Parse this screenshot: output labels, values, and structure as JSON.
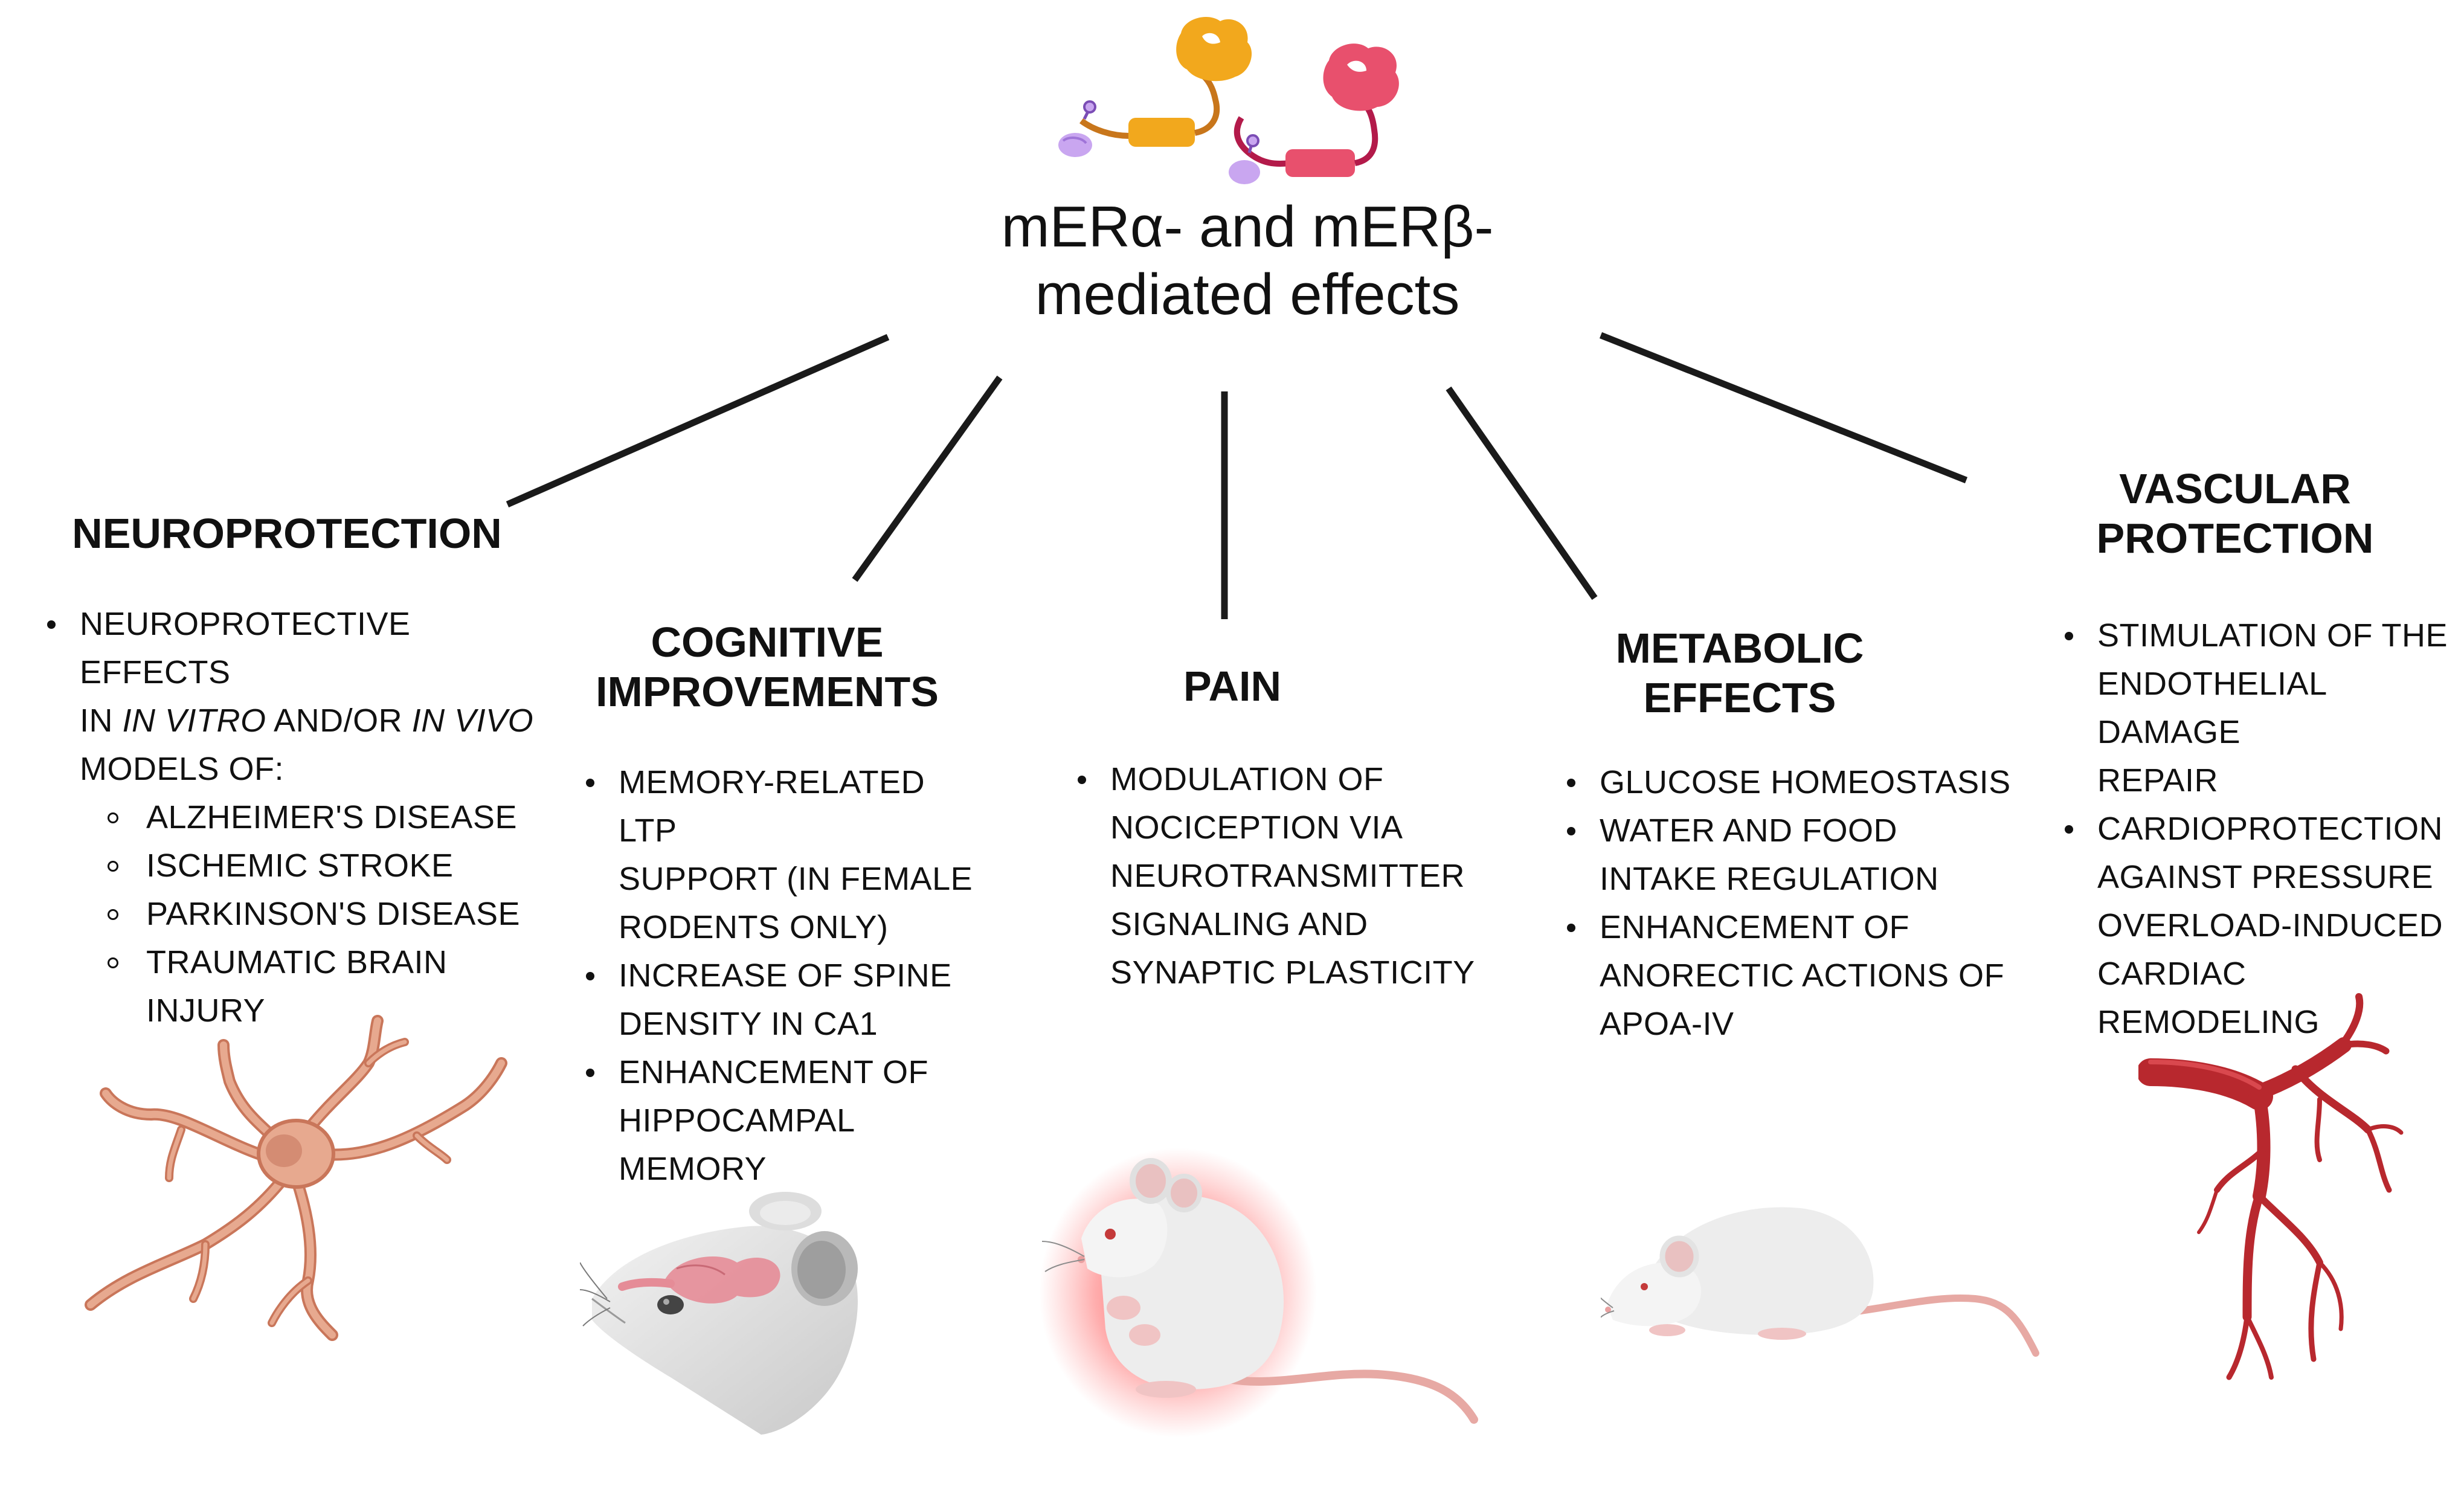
{
  "central": {
    "title_line1": "mERα- and mERβ-",
    "title_line2": "mediated effects"
  },
  "colors": {
    "receptor_alpha": "#F2A81D",
    "receptor_beta": "#E8506D",
    "ligand": "#C9A6F0",
    "neuron": "#E7A98F",
    "vessel": "#B8282E",
    "pain_glow": "#FF2A2A",
    "mouse_body": "#EDEDED"
  },
  "sections": {
    "neuroprotection": {
      "heading": "NEUROPROTECTION",
      "intro_line1": "NEUROPROTECTIVE EFFECTS",
      "intro_in": "IN ",
      "intro_in_vitro": "IN VITRO",
      "intro_andor": " AND/OR ",
      "intro_in_vivo": "IN VIVO",
      "intro_line3": "MODELS OF:",
      "sub": {
        "item1": "ALZHEIMER'S DISEASE",
        "item2": "ISCHEMIC STROKE",
        "item3": "PARKINSON'S DISEASE",
        "item4_line1": "TRAUMATIC BRAIN",
        "item4_line2": "INJURY"
      }
    },
    "cognitive": {
      "heading_line1": "COGNITIVE",
      "heading_line2": "IMPROVEMENTS",
      "item1_line1": "MEMORY-RELATED LTP",
      "item1_line2": "SUPPORT (IN FEMALE",
      "item1_line3": "RODENTS ONLY)",
      "item2_line1": "INCREASE OF SPINE",
      "item2_line2": "DENSITY IN CA1",
      "item3_line1": "ENHANCEMENT OF",
      "item3_line2": "HIPPOCAMPAL",
      "item3_line3": "MEMORY"
    },
    "pain": {
      "heading": "PAIN",
      "item1_line1": "MODULATION OF",
      "item1_line2": "NOCICEPTION VIA",
      "item1_line3": "NEUROTRANSMITTER",
      "item1_line4": "SIGNALING AND",
      "item1_line5": "SYNAPTIC PLASTICITY"
    },
    "metabolic": {
      "heading_line1": "METABOLIC",
      "heading_line2": "EFFECTS",
      "item1": "GLUCOSE HOMEOSTASIS",
      "item2_line1": "WATER AND FOOD",
      "item2_line2": "INTAKE REGULATION",
      "item3_line1": "ENHANCEMENT OF",
      "item3_line2": "ANORECTIC ACTIONS OF",
      "item3_line3": "APOA-IV"
    },
    "vascular": {
      "heading_line1": "VASCULAR",
      "heading_line2": "PROTECTION",
      "item1_line1": "STIMULATION OF THE",
      "item1_line2": "ENDOTHELIAL DAMAGE",
      "item1_line3": "REPAIR",
      "item2_line1": "CARDIOPROTECTION",
      "item2_line2": "AGAINST PRESSURE",
      "item2_line3": "OVERLOAD-INDUCED",
      "item2_line4": "CARDIAC REMODELING"
    }
  }
}
